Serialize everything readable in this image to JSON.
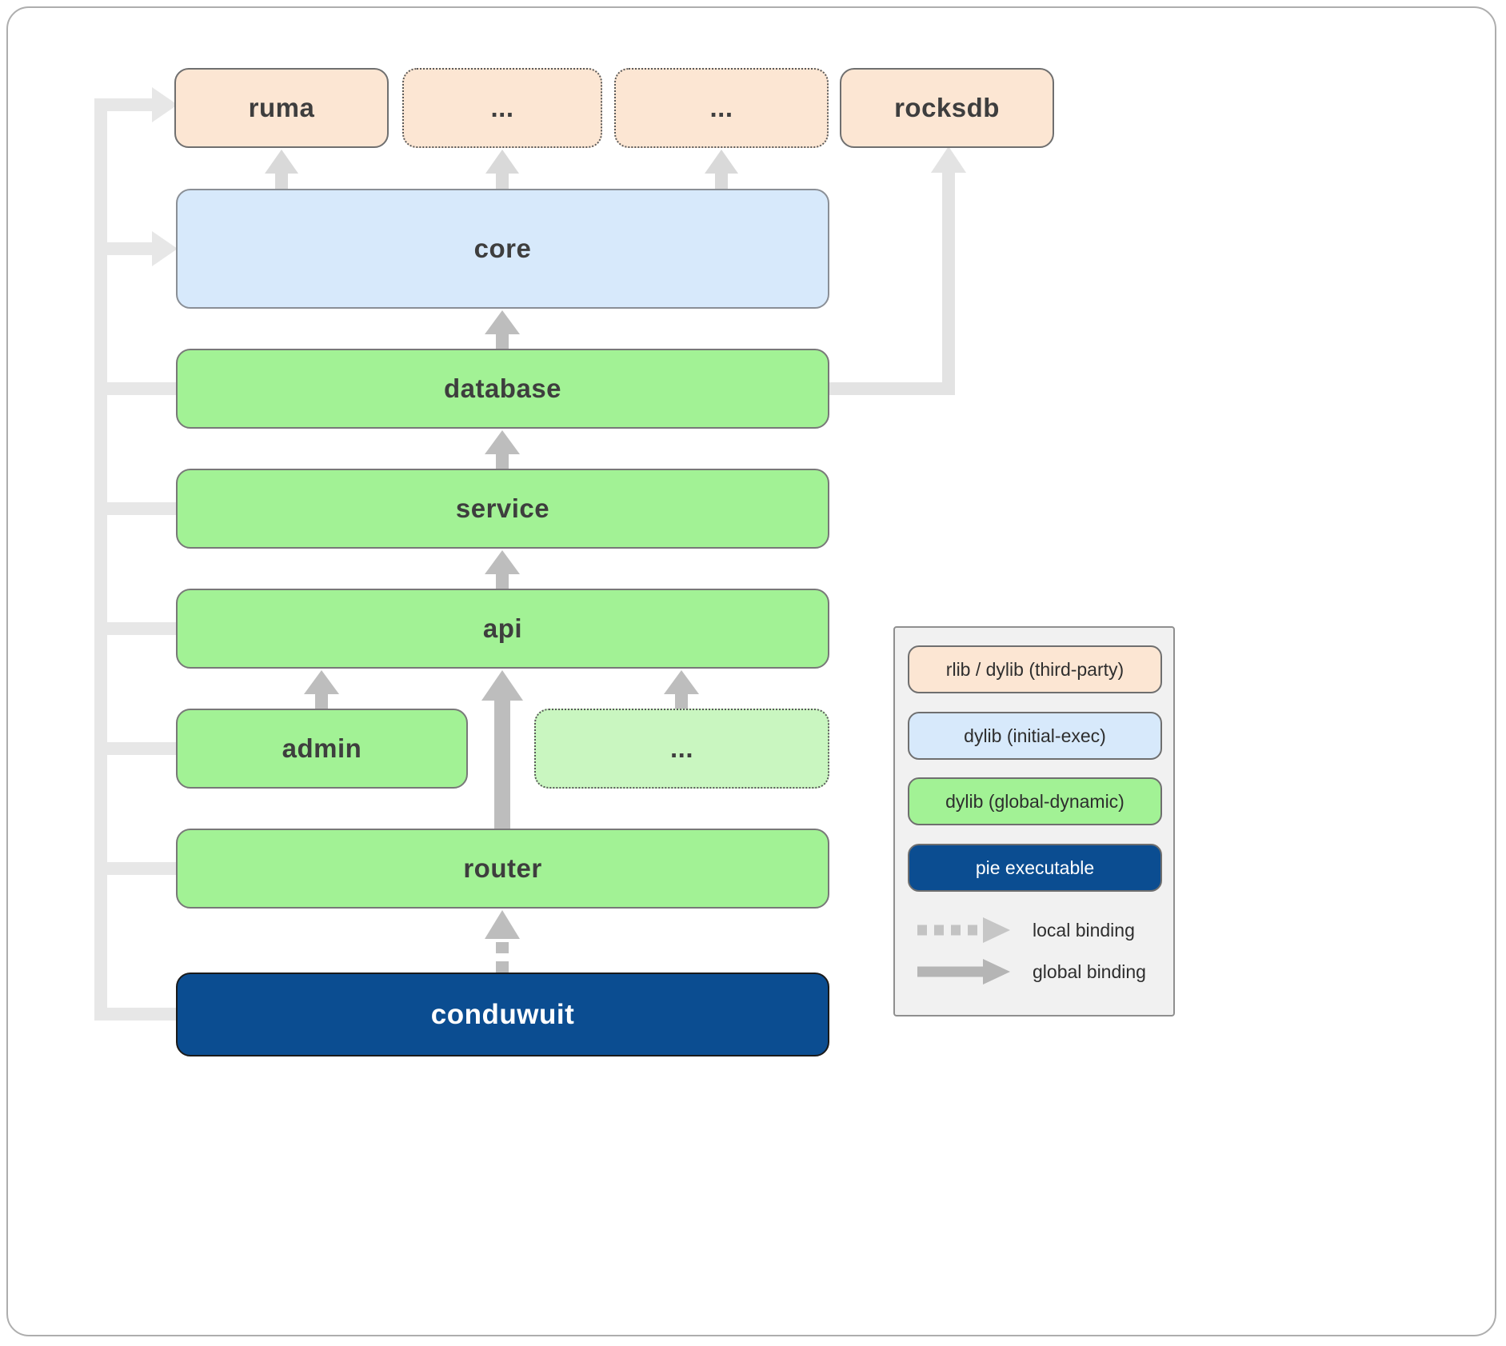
{
  "nodes": {
    "ruma": "ruma",
    "ellipsis_top_1": "...",
    "ellipsis_top_2": "...",
    "rocksdb": "rocksdb",
    "core": "core",
    "database": "database",
    "service": "service",
    "api": "api",
    "admin": "admin",
    "ellipsis_mid": "...",
    "router": "router",
    "conduwuit": "conduwuit"
  },
  "edges": [
    {
      "from": "conduwuit",
      "to": "router",
      "binding": "local"
    },
    {
      "from": "router",
      "to": "api",
      "binding": "global"
    },
    {
      "from": "admin",
      "to": "api",
      "binding": "global"
    },
    {
      "from": "ellipsis_mid",
      "to": "api",
      "binding": "global"
    },
    {
      "from": "api",
      "to": "service",
      "binding": "global"
    },
    {
      "from": "service",
      "to": "database",
      "binding": "global"
    },
    {
      "from": "database",
      "to": "core",
      "binding": "global"
    },
    {
      "from": "database",
      "to": "rocksdb",
      "binding": "global"
    },
    {
      "from": "core",
      "to": "ruma",
      "binding": "global"
    },
    {
      "from": "core",
      "to": "ellipsis_top_1",
      "binding": "global"
    },
    {
      "from": "core",
      "to": "ellipsis_top_2",
      "binding": "global"
    },
    {
      "from": "conduwuit",
      "to": "ruma",
      "binding": "global"
    },
    {
      "from": "conduwuit",
      "to": "core",
      "binding": "global"
    },
    {
      "from": "conduwuit",
      "to": "database",
      "binding": "global"
    },
    {
      "from": "conduwuit",
      "to": "service",
      "binding": "global"
    },
    {
      "from": "conduwuit",
      "to": "api",
      "binding": "global"
    },
    {
      "from": "conduwuit",
      "to": "admin",
      "binding": "global"
    },
    {
      "from": "conduwuit",
      "to": "router",
      "binding": "global"
    }
  ],
  "legend": {
    "items": [
      {
        "label": "rlib / dylib (third-party)",
        "type": "third-party"
      },
      {
        "label": "dylib (initial-exec)",
        "type": "initial-exec"
      },
      {
        "label": "dylib (global-dynamic)",
        "type": "global-dynamic"
      },
      {
        "label": "pie executable",
        "type": "pie-executable"
      }
    ],
    "local_binding": "local binding",
    "global_binding": "global binding"
  },
  "colors": {
    "third_party_fill": "#fce6d3",
    "initial_exec_fill": "#d7e9fb",
    "global_dynamic_fill": "#a2f295",
    "global_dynamic_light_fill": "#c9f6c0",
    "pie_executable_fill": "#0b4d91",
    "binding_gray": "#bdbdbd",
    "binding_light_gray": "#e7e7e7"
  }
}
